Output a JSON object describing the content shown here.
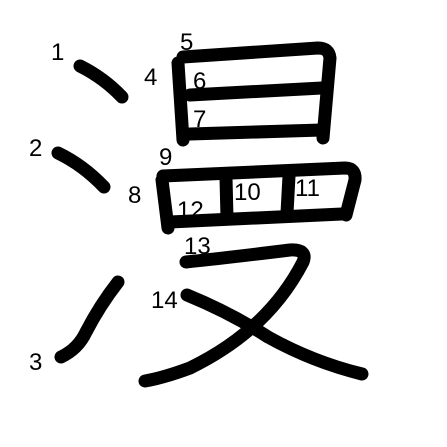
{
  "diagram": {
    "character": "漫",
    "stroke_color": "#000000",
    "background_color": "#ffffff",
    "stroke_count": 14,
    "labels": [
      "1",
      "2",
      "3",
      "4",
      "5",
      "6",
      "7",
      "8",
      "9",
      "10",
      "11",
      "12",
      "13",
      "14"
    ]
  }
}
